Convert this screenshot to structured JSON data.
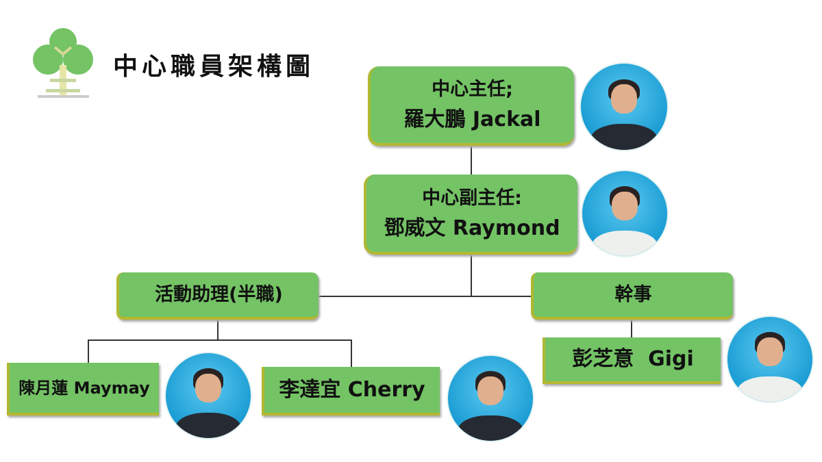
{
  "header": {
    "title": "中心職員架構圖",
    "logo": "tree-logo"
  },
  "director": {
    "role": "中心主任;",
    "name": "羅大鵬 Jackal"
  },
  "deputy": {
    "role": "中心副主任:",
    "name": "鄧威文 Raymond"
  },
  "activity_assistant": {
    "role": "活動助理(半職)",
    "staff": [
      "陳月蓮 Maymay",
      "李達宜 Cherry"
    ]
  },
  "officer": {
    "role": "幹事",
    "staff": [
      "彭芝意  Gigi"
    ]
  },
  "colors": {
    "box": "#74c365",
    "accent": "#b0b832",
    "photo_bg": "#1a9dd4"
  }
}
